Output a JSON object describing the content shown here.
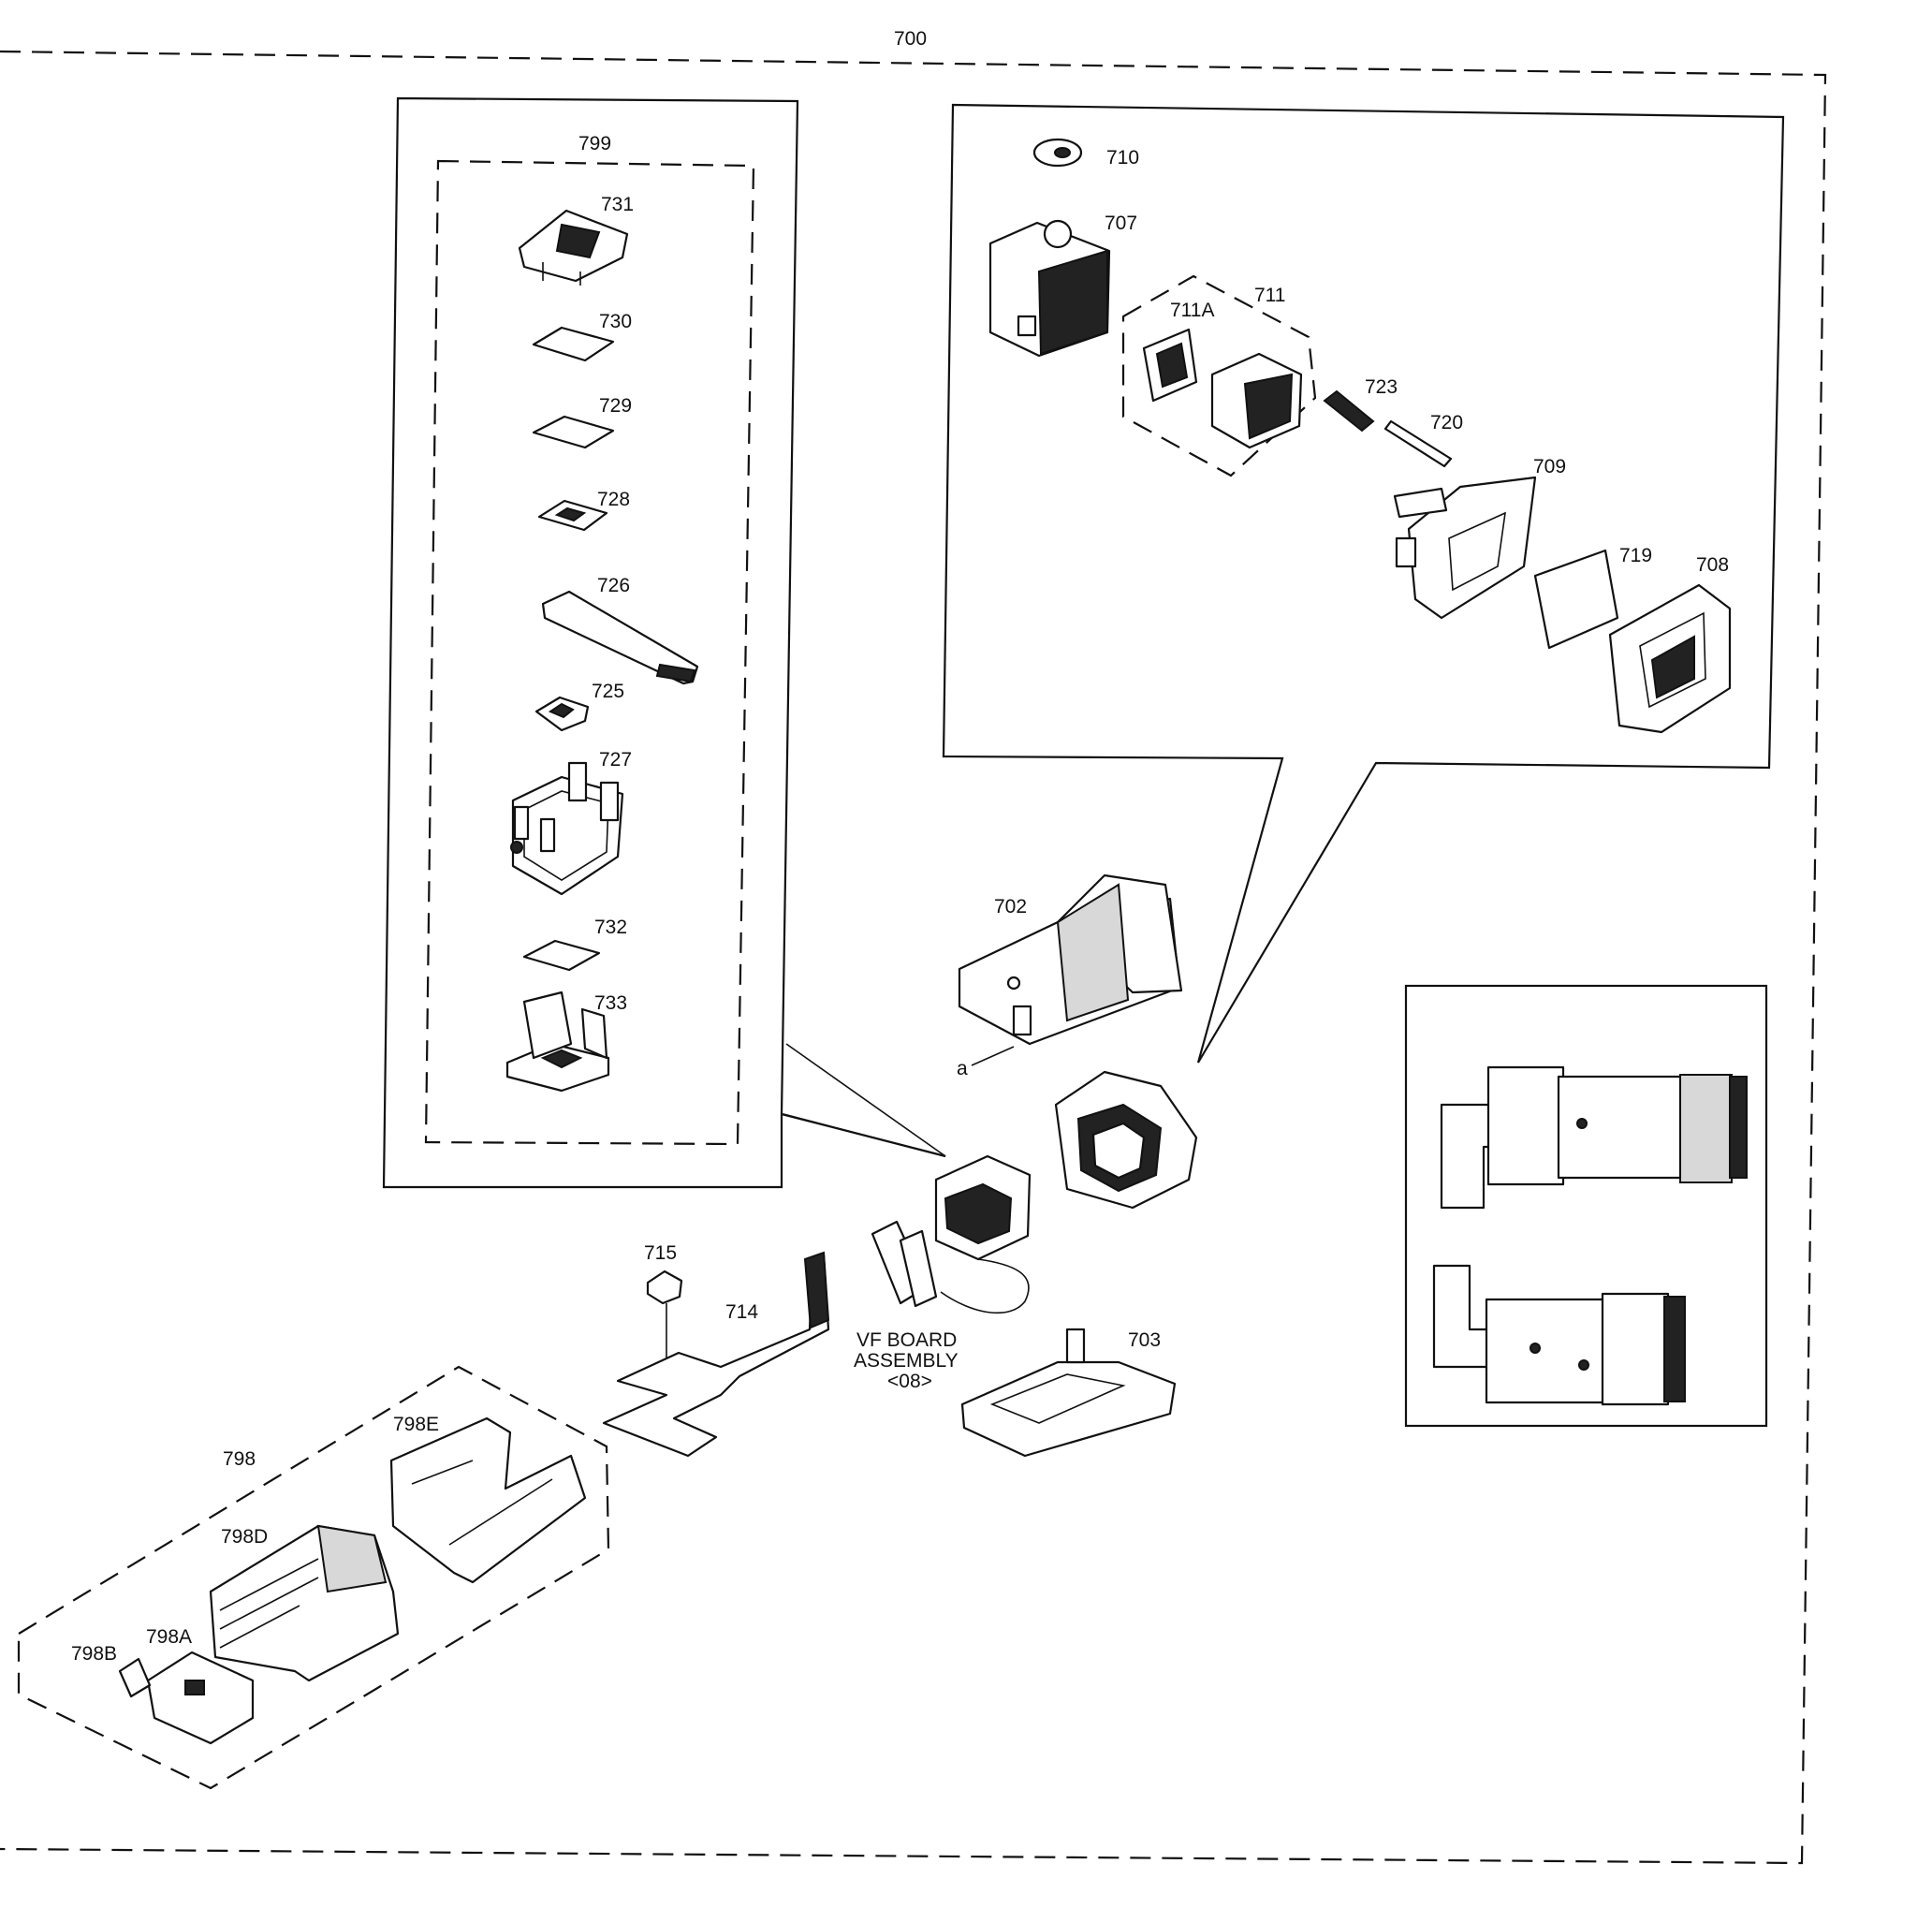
{
  "labels": {
    "p700": "700",
    "p799": "799",
    "p731": "731",
    "p730": "730",
    "p729": "729",
    "p728": "728",
    "p726": "726",
    "p725": "725",
    "p727": "727",
    "p732": "732",
    "p733": "733",
    "p710": "710",
    "p707": "707",
    "p711A": "711A",
    "p711": "711",
    "p723": "723",
    "p720": "720",
    "p709": "709",
    "p719": "719",
    "p708": "708",
    "p702": "702",
    "p_a": "a",
    "p715": "715",
    "p714": "714",
    "vf_line1": "VF BOARD",
    "vf_line2": "ASSEMBLY",
    "vf_line3": "<08>",
    "p703": "703",
    "p798": "798",
    "p798E": "798E",
    "p798D": "798D",
    "p798A": "798A",
    "p798B": "798B"
  },
  "colors": {
    "line": "#111111",
    "background": "#ffffff"
  }
}
